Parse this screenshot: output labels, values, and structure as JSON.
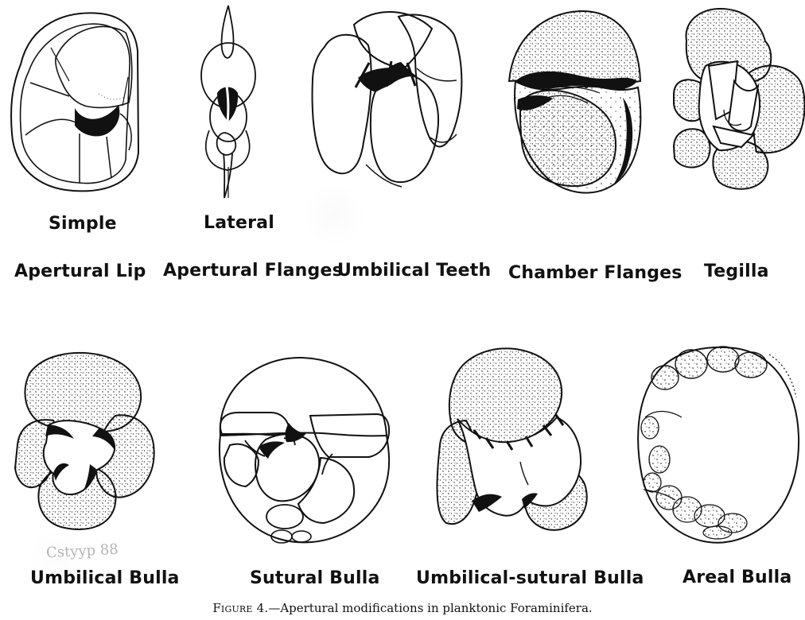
{
  "labels": {
    "top_row_1": "Simple",
    "top_row_2": "Lateral",
    "top_row_3": "Apertural Lip",
    "top_row_4": "Apertural Flanges",
    "top_row_5": "Umbilical Teeth",
    "top_row_6": "Chamber Flanges",
    "top_row_7": "Tegilla",
    "bottom_row_1": "Umbilical Bulla",
    "bottom_row_2": "Sutural Bulla",
    "bottom_row_3": "Umbilical-sutural Bulla",
    "bottom_row_4": "Areal Bulla"
  },
  "caption": {
    "prefix": "Figure 4.",
    "text": "—Apertural modifications in planktonic Foraminifera."
  },
  "handwritten": {
    "note": "Cstyyp 88"
  },
  "icons": {
    "simple": "simple-apertural-lip-illustration",
    "lateral": "lateral-apertural-flanges-illustration",
    "teeth": "umbilical-teeth-illustration",
    "chamber": "chamber-flanges-illustration",
    "tegilla": "tegilla-illustration",
    "umbilical_bulla": "umbilical-bulla-illustration",
    "sutural_bulla": "sutural-bulla-illustration",
    "umbilical_sutural_bulla": "umbilical-sutural-bulla-illustration",
    "areal_bulla": "areal-bulla-illustration"
  }
}
